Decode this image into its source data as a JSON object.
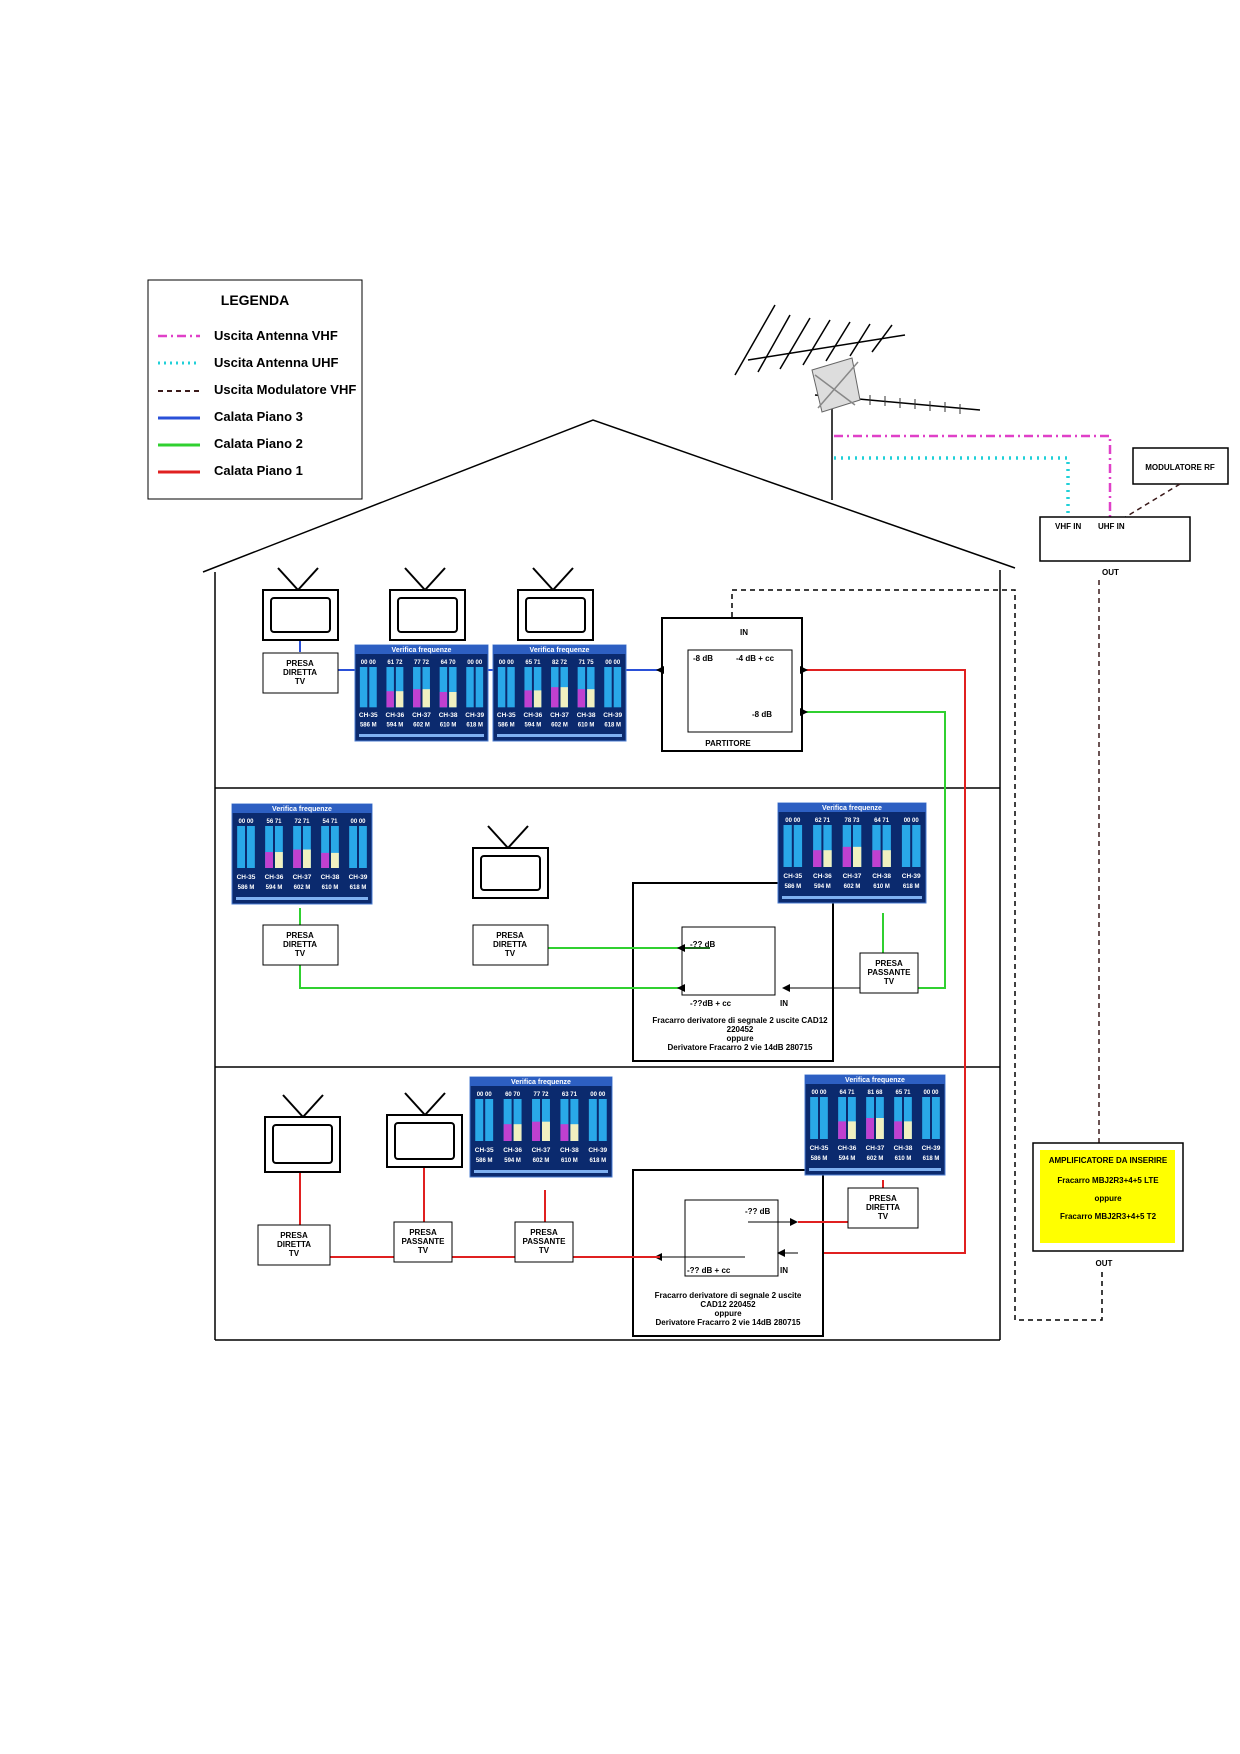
{
  "legend": {
    "title": "LEGENDA",
    "items": [
      {
        "label": "Uscita Antenna VHF",
        "color": "#e040c8",
        "style": "dashdot"
      },
      {
        "label": "Uscita Antenna UHF",
        "color": "#20d0d8",
        "style": "dotted"
      },
      {
        "label": "Uscita Modulatore VHF",
        "color": "#3a1a1a",
        "style": "dashed"
      },
      {
        "label": "Calata Piano 3",
        "color": "#2a50d8",
        "style": "solid"
      },
      {
        "label": "Calata Piano 2",
        "color": "#30d030",
        "style": "solid"
      },
      {
        "label": "Calata Piano 1",
        "color": "#e02020",
        "style": "solid"
      }
    ]
  },
  "modulator": {
    "label": "MODULATORE RF"
  },
  "input_box": {
    "vhf_in": "VHF IN",
    "uhf_in": "UHF IN",
    "out": "OUT"
  },
  "amplifier": {
    "line1": "AMPLIFICATORE DA INSERIRE",
    "line2": "Fracarro  MBJ2R3+4+5 LTE",
    "line3": "oppure",
    "line4": "Fracarro MBJ2R3+4+5 T2",
    "out": "OUT",
    "color": "#ffff00"
  },
  "splitter": {
    "in": "IN",
    "port_a": "-8 dB",
    "port_b": "-4 dB + cc",
    "port_c": "-8 dB",
    "caption": "PARTITORE"
  },
  "derivator2": {
    "tap": "-?? dB",
    "through": "-??dB + cc",
    "in": "IN",
    "caption": [
      "Fracarro derivatore di segnale 2 uscite CAD12",
      "220452",
      "oppure",
      "Derivatore Fracarro 2 vie 14dB 280715"
    ]
  },
  "derivator1": {
    "tap": "-?? dB",
    "through": "-?? dB + cc",
    "in": "IN",
    "caption": [
      "Fracarro derivatore di segnale 2 uscite",
      "CAD12 220452",
      "oppure",
      "Derivatore Fracarro 2 vie 14dB 280715"
    ]
  },
  "outlets": {
    "f3_direct": [
      "PRESA",
      "DIRETTA",
      "TV"
    ],
    "f2_direct_left": [
      "PRESA",
      "DIRETTA",
      "TV"
    ],
    "f2_direct_mid": [
      "PRESA",
      "DIRETTA",
      "TV"
    ],
    "f2_pass": [
      "PRESA",
      "PASSANTE",
      "TV"
    ],
    "f1_direct_left": [
      "PRESA",
      "DIRETTA",
      "TV"
    ],
    "f1_pass_a": [
      "PRESA",
      "PASSANTE",
      "TV"
    ],
    "f1_pass_b": [
      "PRESA",
      "PASSANTE",
      "TV"
    ],
    "f1_direct_right": [
      "PRESA",
      "DIRETTA",
      "TV"
    ]
  },
  "screens": [
    {
      "title": "Verifica frequenze",
      "values": [
        "00 00",
        "61 72",
        "77 72",
        "64 70",
        "00 00"
      ],
      "channels": [
        "CH-35",
        "CH-36",
        "CH-37",
        "CH-38",
        "CH-39"
      ],
      "freqs": [
        "586 M",
        "594 M",
        "602 M",
        "610 M",
        "618 M"
      ],
      "levels": [
        0.8,
        0.4,
        0.45,
        0.38,
        0.8
      ]
    },
    {
      "title": "Verifica frequenze",
      "values": [
        "00 00",
        "65 71",
        "82 72",
        "71 75",
        "00 00"
      ],
      "channels": [
        "CH-35",
        "CH-36",
        "CH-37",
        "CH-38",
        "CH-39"
      ],
      "freqs": [
        "586 M",
        "594 M",
        "602 M",
        "610 M",
        "618 M"
      ],
      "levels": [
        0.8,
        0.42,
        0.5,
        0.45,
        0.8
      ]
    },
    {
      "title": "Verifica frequenze",
      "values": [
        "00 00",
        "56 71",
        "72 71",
        "54 71",
        "00 00"
      ],
      "channels": [
        "CH-35",
        "CH-36",
        "CH-37",
        "CH-38",
        "CH-39"
      ],
      "freqs": [
        "586 M",
        "594 M",
        "602 M",
        "610 M",
        "618 M"
      ],
      "levels": [
        0.8,
        0.38,
        0.44,
        0.36,
        0.8
      ]
    },
    {
      "title": "Verifica frequenze",
      "values": [
        "00 00",
        "62 71",
        "78 73",
        "64 71",
        "00 00"
      ],
      "channels": [
        "CH-35",
        "CH-36",
        "CH-37",
        "CH-38",
        "CH-39"
      ],
      "freqs": [
        "586 M",
        "594 M",
        "602 M",
        "610 M",
        "618 M"
      ],
      "levels": [
        0.8,
        0.4,
        0.48,
        0.4,
        0.8
      ]
    },
    {
      "title": "Verifica frequenze",
      "values": [
        "00 00",
        "60 70",
        "77 72",
        "63 71",
        "00 00"
      ],
      "channels": [
        "CH-35",
        "CH-36",
        "CH-37",
        "CH-38",
        "CH-39"
      ],
      "freqs": [
        "586 M",
        "594 M",
        "602 M",
        "610 M",
        "618 M"
      ],
      "levels": [
        0.8,
        0.4,
        0.46,
        0.4,
        0.8
      ]
    },
    {
      "title": "Verifica frequenze",
      "values": [
        "00 00",
        "64 71",
        "81 68",
        "65 71",
        "00 00"
      ],
      "channels": [
        "CH-35",
        "CH-36",
        "CH-37",
        "CH-38",
        "CH-39"
      ],
      "freqs": [
        "586 M",
        "594 M",
        "602 M",
        "610 M",
        "618 M"
      ],
      "levels": [
        0.8,
        0.42,
        0.5,
        0.42,
        0.8
      ]
    }
  ]
}
